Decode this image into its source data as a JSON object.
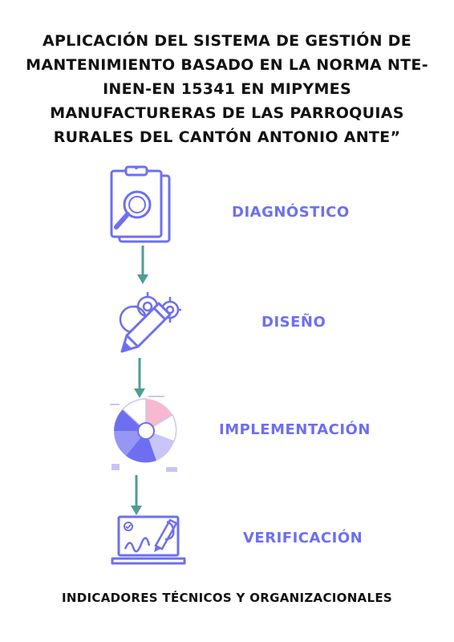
{
  "title": "APLICACIÓN DEL SISTEMA DE GESTIÓN DE MANTENIMIENTO BASADO EN LA NORMA NTE-INEN-EN 15341 EN MIPYMES MANUFACTURERAS DE LAS PARROQUIAS RURALES DEL CANTÓN ANTONIO ANTE”",
  "stages": [
    {
      "label": "DIAGNÓSTICO",
      "icon": "clipboard-magnifier-icon"
    },
    {
      "label": "DISEÑO",
      "icon": "pencil-gears-icon"
    },
    {
      "label": "IMPLEMENTACIÓN",
      "icon": "pie-chart-icon"
    },
    {
      "label": "VERIFICACIÓN",
      "icon": "laptop-signature-icon"
    }
  ],
  "footer": "INDICADORES TÉCNICOS Y ORGANIZACIONALES",
  "colors": {
    "accent": "#6d6ff0",
    "arrow": "#4f9d94",
    "text": "#111111",
    "pink": "#f7b9d0"
  }
}
